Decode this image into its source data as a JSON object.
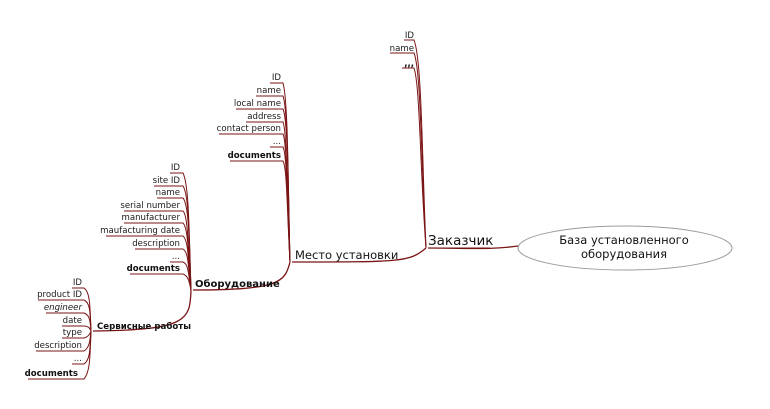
{
  "root": {
    "line1": "База установленного",
    "line2": "оборудования"
  },
  "customer": {
    "label": "Заказчик",
    "fields": [
      "ID",
      "name",
      ",,,"
    ]
  },
  "site": {
    "label": "Место установки",
    "fields": [
      "ID",
      "name",
      "local name",
      "address",
      "contact person",
      "...",
      "documents"
    ]
  },
  "equipment": {
    "label": "Оборудование",
    "fields": [
      "ID",
      "site ID",
      "name",
      "serial number",
      "manufacturer",
      "maufacturing date",
      "description",
      "...",
      "documents"
    ]
  },
  "service": {
    "label": "Сервисные работы",
    "fields": [
      "ID",
      "product ID",
      "engineer",
      "date",
      "type",
      "description",
      "...",
      "documents"
    ]
  }
}
